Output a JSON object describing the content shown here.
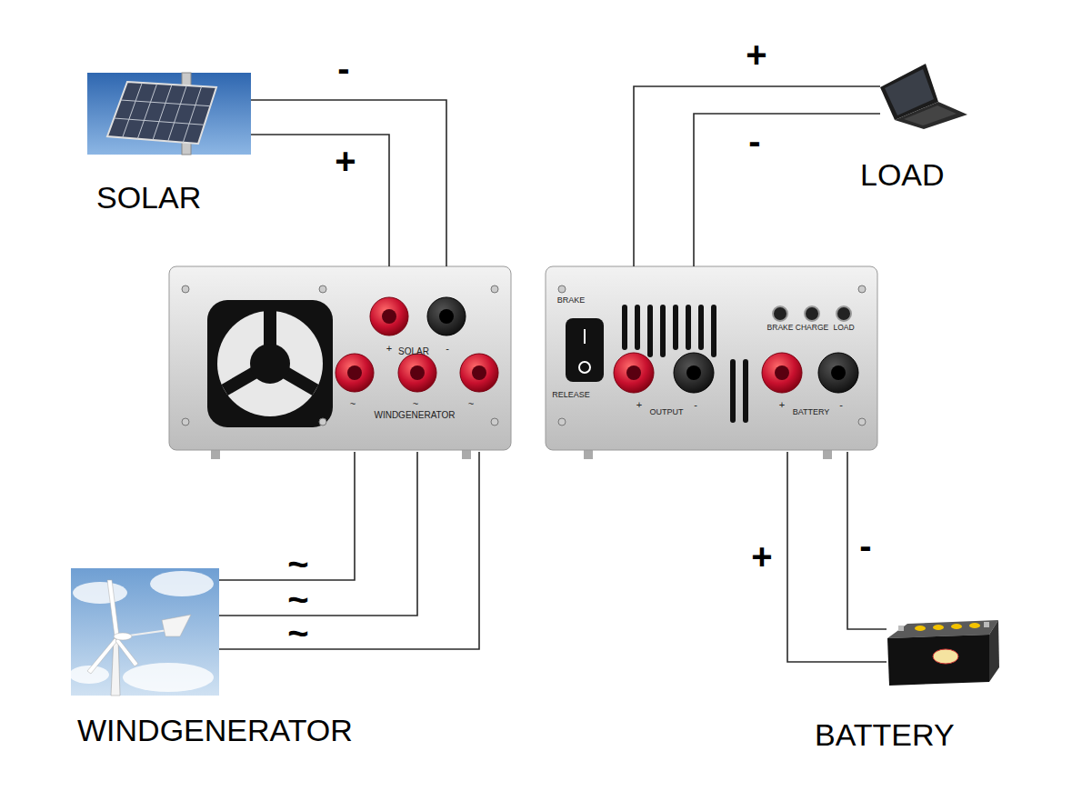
{
  "diagram": {
    "nodes": [
      {
        "text": [
          "SOLAR"
        ]
      },
      {
        "text": [
          "LOAD"
        ]
      },
      {
        "text": [
          "+",
          "SOLAR",
          "-",
          "~",
          "WINDGENERATOR",
          "~",
          "~"
        ]
      },
      {
        "text": [
          "BRAKE",
          "BRAKE",
          "CHARGE",
          "LOAD",
          "RELEASE",
          "+",
          "OUTPUT",
          "-",
          "+",
          "BATTERY",
          "-"
        ]
      },
      {
        "text": [
          "WINDGENERATOR"
        ]
      },
      {
        "text": [
          "BATTERY"
        ]
      }
    ],
    "edges": [
      {
        "from": 0,
        "to": 2,
        "arrow": "none",
        "label": "-"
      },
      {
        "from": 0,
        "to": 2,
        "arrow": "none",
        "label": "+"
      },
      {
        "from": 3,
        "to": 1,
        "arrow": "none",
        "label": "+"
      },
      {
        "from": 3,
        "to": 1,
        "arrow": "none",
        "label": "-"
      },
      {
        "from": 4,
        "to": 2,
        "arrow": "none",
        "label": "~"
      },
      {
        "from": 4,
        "to": 2,
        "arrow": "none",
        "label": "~"
      },
      {
        "from": 4,
        "to": 2,
        "arrow": "none",
        "label": "~"
      },
      {
        "from": 3,
        "to": 5,
        "arrow": "none",
        "label": "+"
      },
      {
        "from": 3,
        "to": 5,
        "arrow": "none",
        "label": "-"
      }
    ]
  }
}
